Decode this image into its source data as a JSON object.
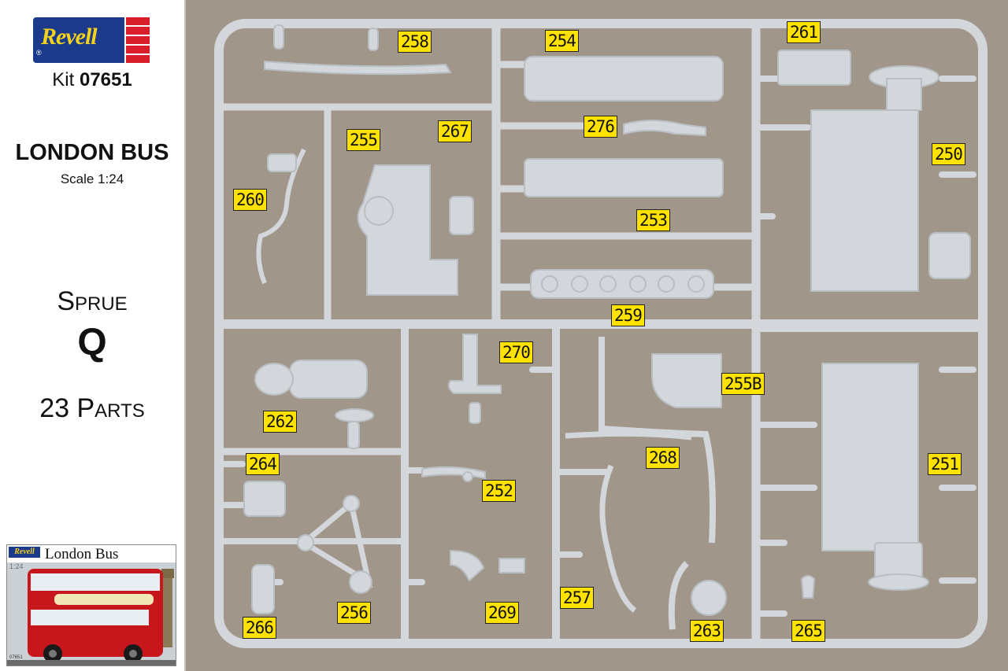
{
  "sidebar": {
    "brand": "Revell",
    "kit_prefix": "Kit",
    "kit_number": "07651",
    "title": "LONDON BUS",
    "scale": "Scale 1:24",
    "sprue_word": "Sprue",
    "sprue_letter": "Q",
    "parts_count": "23",
    "parts_word": "Parts",
    "box_art": {
      "brand": "Revell",
      "title": "London Bus",
      "scale": "1:24",
      "number": "07651"
    }
  },
  "colors": {
    "sprue": "#d3d7db",
    "label_bg": "#ffe200",
    "background": "#a0968a",
    "revell_blue": "#1b3a8c",
    "revell_red": "#d81e2a"
  },
  "part_labels": [
    "258",
    "254",
    "261",
    "255",
    "267",
    "276",
    "250",
    "260",
    "253",
    "259",
    "270",
    "255B",
    "262",
    "264",
    "268",
    "251",
    "252",
    "256",
    "269",
    "257",
    "266",
    "263",
    "265"
  ]
}
